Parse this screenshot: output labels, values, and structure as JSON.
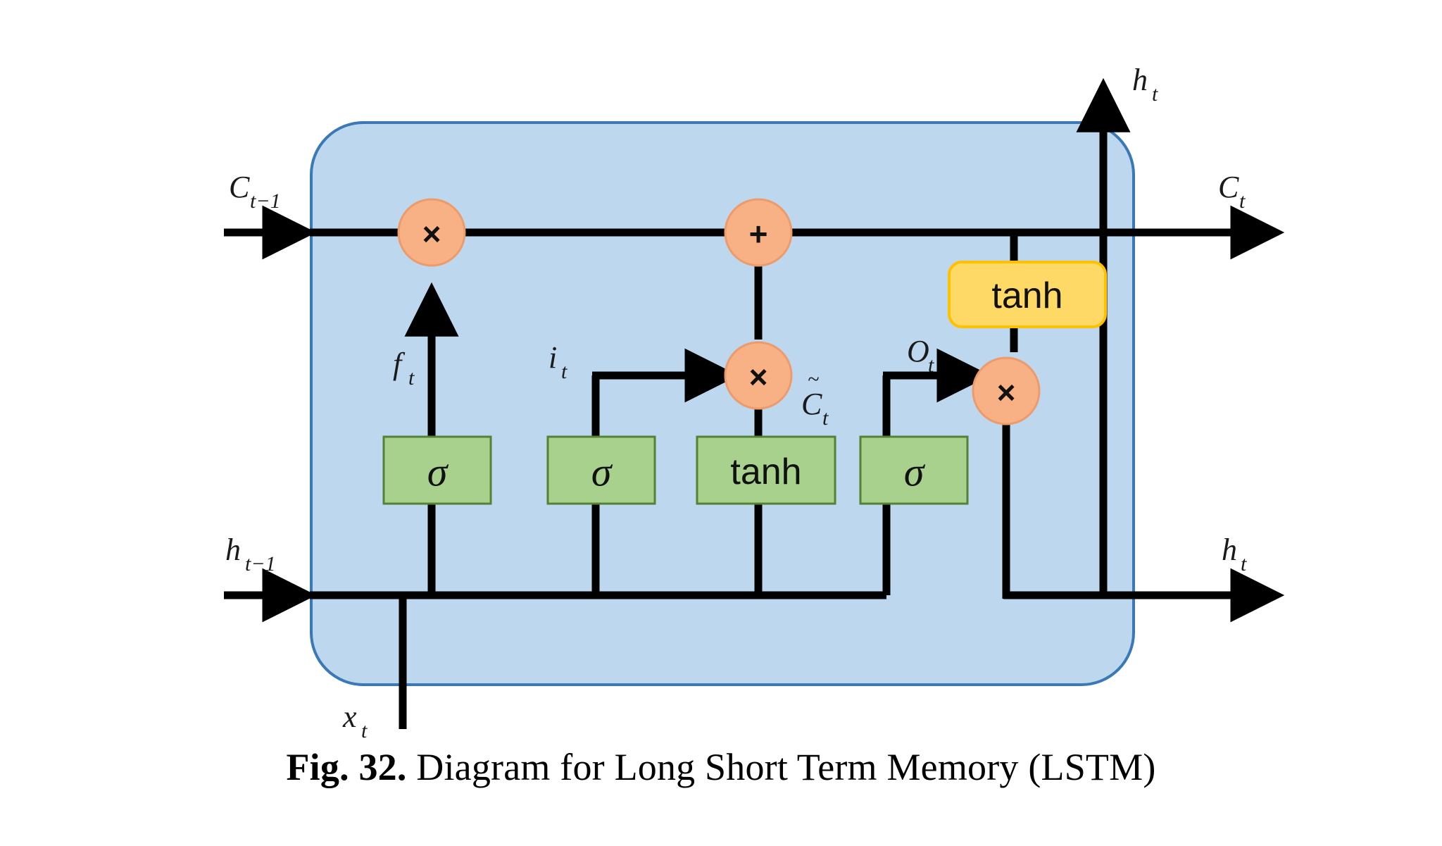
{
  "figure": {
    "caption_prefix": "Fig. 32.",
    "caption_text": " Diagram for Long Short Term Memory (LSTM)",
    "title": "Diagram for Long Short Term Memory (LSTM)",
    "number": "32"
  },
  "colors": {
    "cell_fill": "#bdd7ee",
    "cell_stroke": "#3a79b5",
    "gate_green_fill": "#a9d18e",
    "gate_green_stroke": "#548235",
    "tanh_yellow_fill": "#ffd966",
    "tanh_yellow_stroke": "#ffc000",
    "op_circle_fill": "#f8b184",
    "op_circle_stroke": "#ed9b6a",
    "line": "#000000",
    "background": "#ffffff",
    "text": "#111111"
  },
  "io_labels": {
    "cell_in": {
      "base": "C",
      "sub": "t−1",
      "full": "C_{t-1}"
    },
    "cell_out": {
      "base": "C",
      "sub": "t",
      "full": "C_t"
    },
    "hidden_in": {
      "base": "h",
      "sub": "t−1",
      "full": "h_{t-1}"
    },
    "hidden_out_right": {
      "base": "h",
      "sub": "t",
      "full": "h_t"
    },
    "hidden_out_top": {
      "base": "h",
      "sub": "t",
      "full": "h_t"
    },
    "input_x": {
      "base": "x",
      "sub": "t",
      "full": "x_t"
    }
  },
  "gate_labels": {
    "forget": {
      "base": "f",
      "sub": "t",
      "full": "f_t"
    },
    "input": {
      "base": "i",
      "sub": "t",
      "full": "i_t"
    },
    "candidate": {
      "base": "C",
      "sub": "t",
      "tilde": "~",
      "full": "C̃_t"
    },
    "output": {
      "base": "O",
      "sub": "t",
      "full": "O_t"
    }
  },
  "gates": [
    {
      "id": "forget-gate",
      "label": "σ",
      "kind": "sigmoid",
      "color": "#a9d18e"
    },
    {
      "id": "input-gate",
      "label": "σ",
      "kind": "sigmoid",
      "color": "#a9d18e"
    },
    {
      "id": "candidate-gate",
      "label": "tanh",
      "kind": "tanh",
      "color": "#a9d18e"
    },
    {
      "id": "output-gate",
      "label": "σ",
      "kind": "sigmoid",
      "color": "#a9d18e"
    }
  ],
  "activation_box": {
    "id": "cell-tanh",
    "label": "tanh",
    "color": "#ffd966"
  },
  "operations": [
    {
      "id": "forget-multiply",
      "symbol": "×",
      "kind": "multiply"
    },
    {
      "id": "cell-add",
      "symbol": "+",
      "kind": "add"
    },
    {
      "id": "input-multiply",
      "symbol": "×",
      "kind": "multiply"
    },
    {
      "id": "output-multiply",
      "symbol": "×",
      "kind": "multiply"
    }
  ]
}
